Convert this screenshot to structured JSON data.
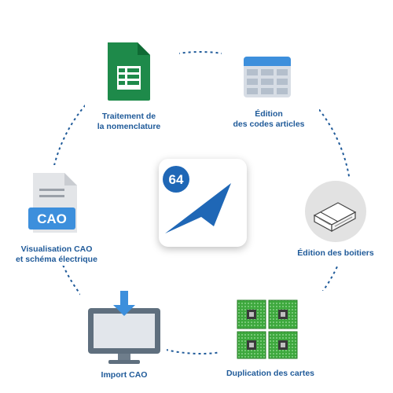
{
  "colors": {
    "ring": "#1f5a99",
    "label": "#1f5a99",
    "logo_blue": "#1f67b6",
    "sheet_green": "#1e8a4a",
    "table_blue": "#3d8fdc",
    "pcb_green": "#3da83d"
  },
  "center_logo": {
    "icon": "app-logo-icon",
    "badge_text": "64"
  },
  "nodes": [
    {
      "id": "bom",
      "icon": "spreadsheet-icon",
      "label_lines": [
        "Traitement de",
        "la nomenclature"
      ]
    },
    {
      "id": "codes",
      "icon": "table-grid-icon",
      "label_lines": [
        "Édition",
        "des codes articles"
      ]
    },
    {
      "id": "packages",
      "icon": "component-package-icon",
      "label_lines": [
        "Édition des boitiers"
      ]
    },
    {
      "id": "boards",
      "icon": "pcb-boards-icon",
      "label_lines": [
        "Duplication des cartes"
      ]
    },
    {
      "id": "import",
      "icon": "monitor-download-icon",
      "label_lines": [
        "Import CAO"
      ]
    },
    {
      "id": "viz",
      "icon": "cao-file-icon",
      "label_lines": [
        "Visualisation CAO",
        "et schéma électrique"
      ],
      "file_tag": "CAO"
    }
  ]
}
